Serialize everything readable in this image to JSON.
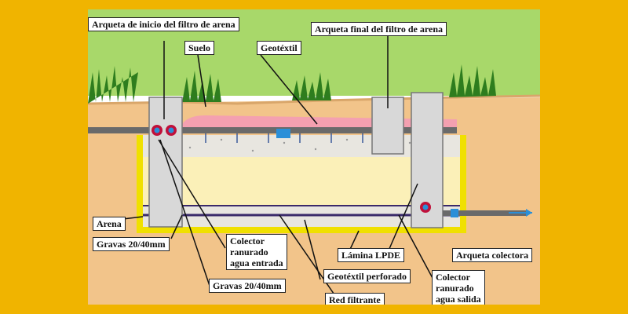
{
  "labels": {
    "arqueta_inicio": "Arqueta de inicio del filtro de arena",
    "arqueta_final": "Arqueta final del filtro de arena",
    "suelo": "Suelo",
    "geotextil": "Geotéxtil",
    "arena": "Arena",
    "gravas_top": "Gravas 20/40mm",
    "colector_entrada": "Colector\nranurado\nagua entrada",
    "lamina": "Lámina LPDE",
    "arqueta_colectora": "Arqueta colectora",
    "geotextil_perforado": "Geotéxtil perforado",
    "colector_salida": "Colector\nranurado\nagua salida",
    "gravas_bottom": "Gravas 20/40mm",
    "red_filtrante": "Red filtrante"
  },
  "colors": {
    "frame": "#f0b400",
    "sky": "#ffffff",
    "grass_band": "#a8d86a",
    "soil": "#f2c48a",
    "sand": "#fbf0b8",
    "gravel": "#e8e6e0",
    "geotextile": "#f4a0b0",
    "liner": "#f0e000",
    "water_arrow": "#2a8fd8"
  }
}
